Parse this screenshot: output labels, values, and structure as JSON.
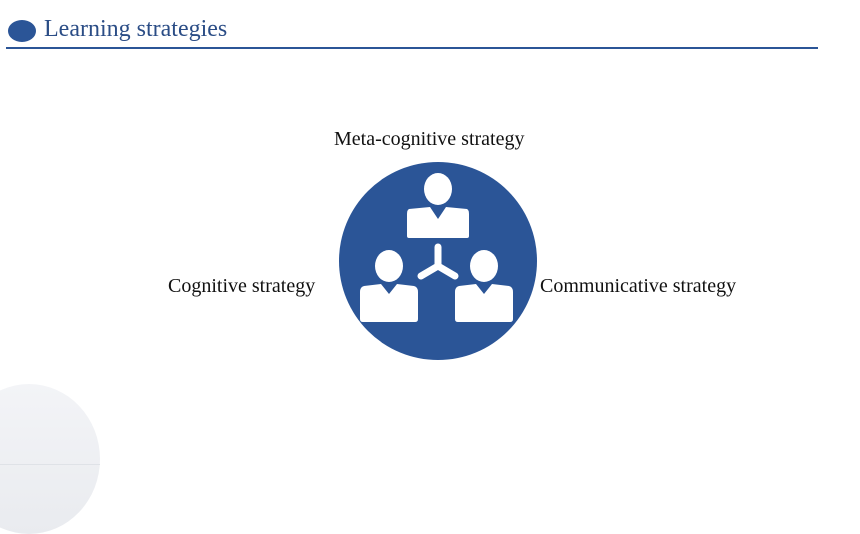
{
  "header": {
    "title": "Learning strategies"
  },
  "diagram": {
    "labels": {
      "top": "Meta-cognitive strategy",
      "left": "Cognitive strategy",
      "right": "Communicative strategy"
    },
    "icon": "team-network-icon"
  },
  "colors": {
    "brand_blue": "#2b5597",
    "title_blue": "#2b4d86",
    "text": "#111111"
  }
}
